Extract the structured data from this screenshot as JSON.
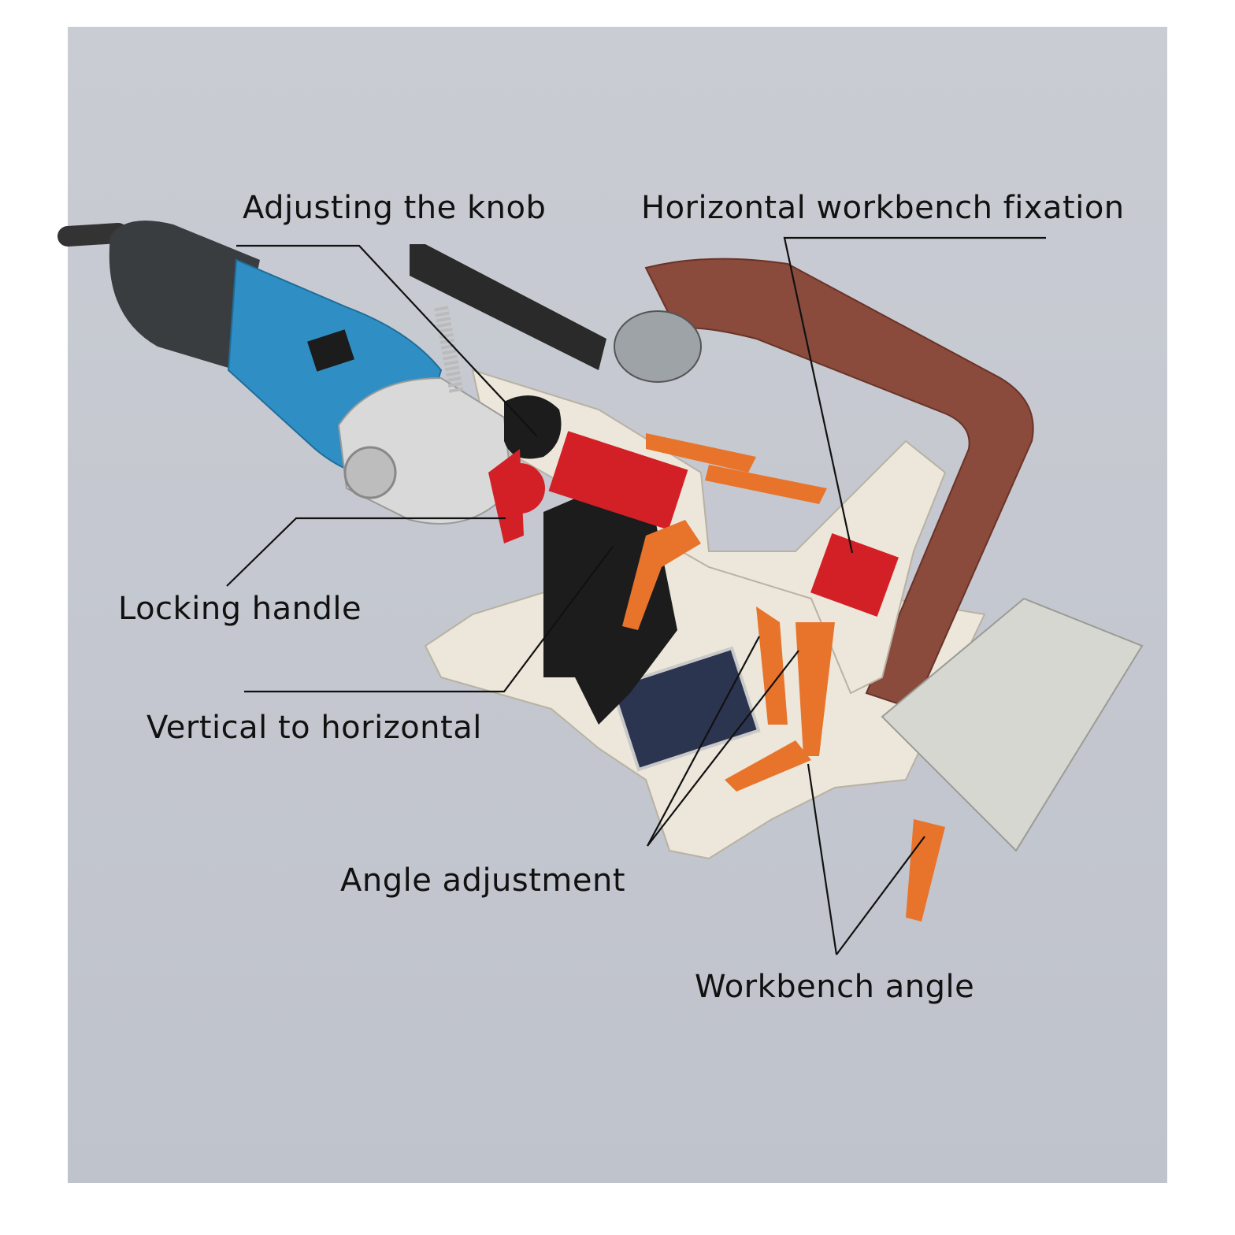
{
  "labels": {
    "adjusting_knob": "Adjusting the knob",
    "horizontal_fixation": "Horizontal workbench fixation",
    "locking_handle": "Locking handle",
    "vertical_to_horizontal": "Vertical to horizontal",
    "angle_adjustment": "Angle adjustment",
    "workbench_angle": "Workbench angle"
  },
  "colors": {
    "background_panel": "#c6c9d0",
    "grinder_body": "#2f8fc4",
    "grinder_head": "#d9d9d9",
    "belt": "#8a4a3c",
    "frame": "#e9e4d6",
    "red_parts": "#d32027",
    "orange_handles": "#e8742c",
    "black_parts": "#1c1c1c",
    "leader_lines": "#111111"
  }
}
